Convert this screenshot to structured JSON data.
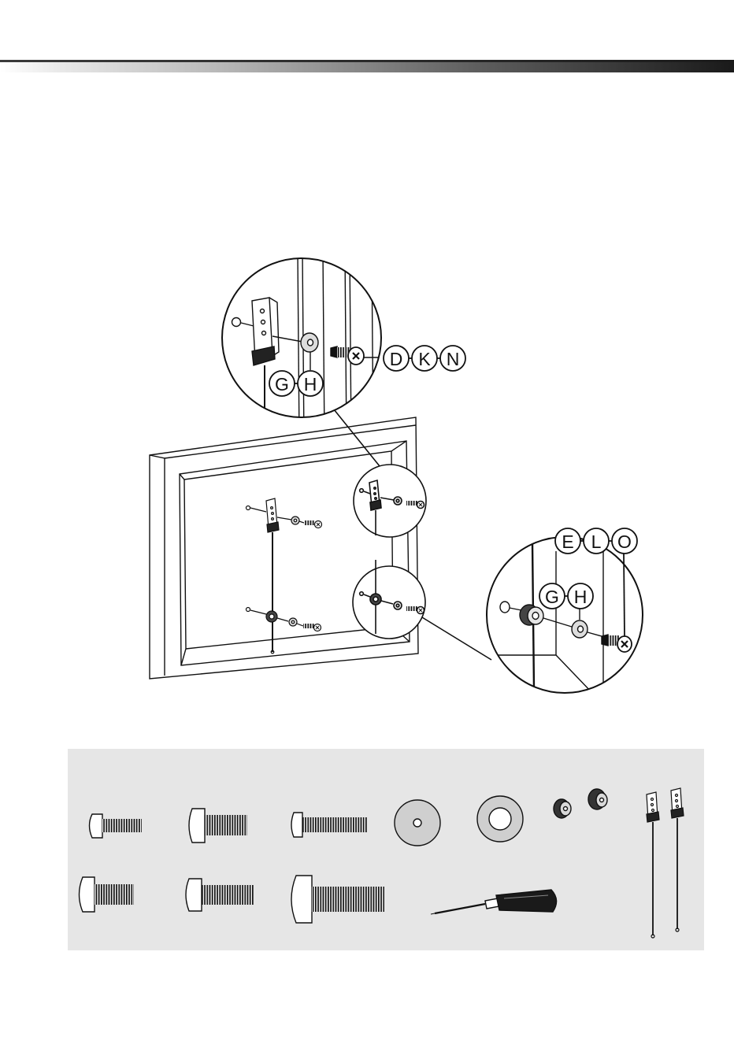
{
  "callouts": {
    "top": [
      "D",
      "K",
      "N"
    ],
    "top_washers": [
      "G",
      "H"
    ],
    "bottom": [
      "E",
      "L",
      "O"
    ],
    "bottom_washers": [
      "G",
      "H"
    ]
  },
  "colors": {
    "line": "#111111",
    "panel": "#e6e6e6",
    "washer": "#cfcfcf"
  },
  "icons": [
    "screw-icon",
    "washer-icon",
    "spacer-icon",
    "screwdriver-icon",
    "bracket-icon"
  ]
}
